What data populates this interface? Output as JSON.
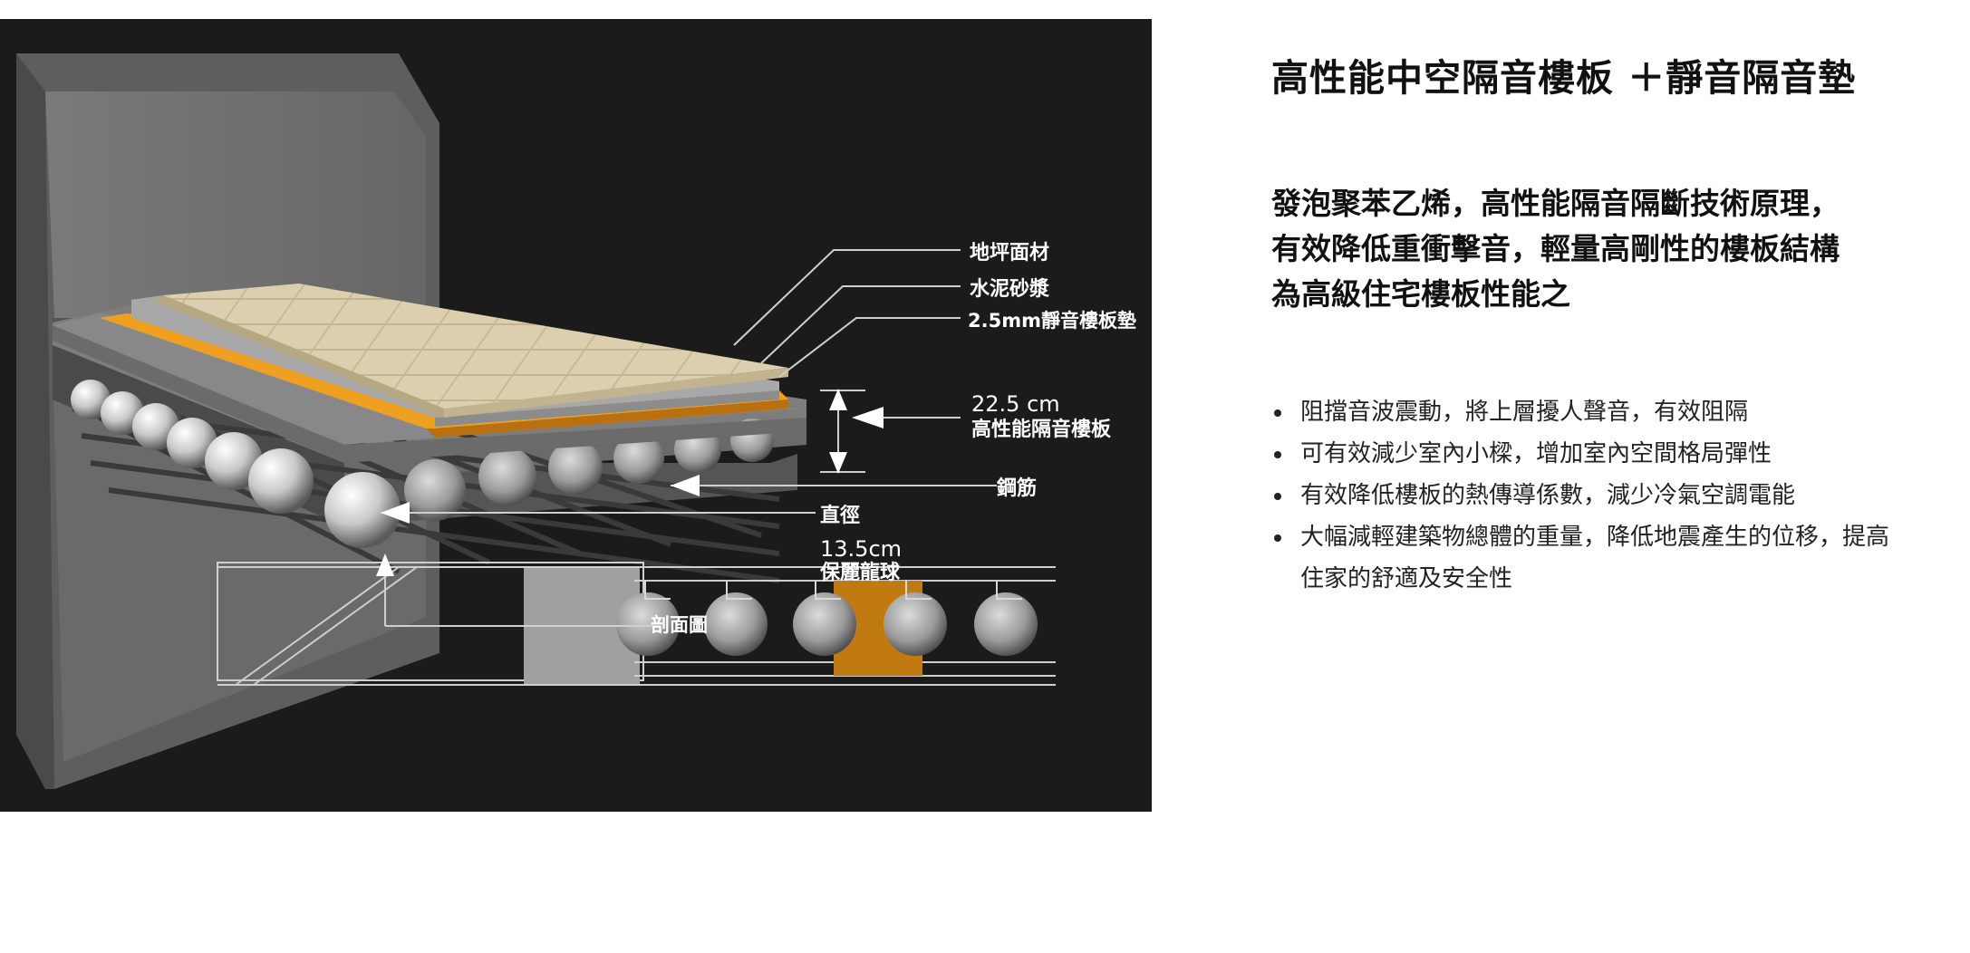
{
  "diagram": {
    "labels": {
      "floor_finish": "地坪面材",
      "mortar": "水泥砂漿",
      "pad": "2.5mm靜音樓板墊",
      "thickness": "22.5 cm",
      "slab": "高性能隔音樓板",
      "rebar": "鋼筋",
      "diameter": "直徑",
      "ball_size": "13.5cm",
      "ball": "保麗龍球",
      "section": "剖面圖"
    }
  },
  "info": {
    "title": "高性能中空隔音樓板 ＋靜音隔音墊",
    "subtitle_lines": [
      "發泡聚苯乙烯，高性能隔音隔斷技術原理，",
      "有效降低重衝擊音，輕量高剛性的樓板結構",
      "為高級住宅樓板性能之"
    ],
    "features": [
      "阻擋音波震動，將上層擾人聲音，有效阻隔",
      "可有效減少室內小樑，增加室內空間格局彈性",
      "有效降低樓板的熱傳導係數，減少冷氣空調電能",
      "大幅減輕建築物總體的重量，降低地震產生的位移，提高住家的舒適及安全性"
    ]
  },
  "colors": {
    "background": "#1b1b1b",
    "concrete": "#8a8a8a",
    "pad": "#f0a020",
    "tile": "#d9ccaa",
    "text": "#111111"
  }
}
